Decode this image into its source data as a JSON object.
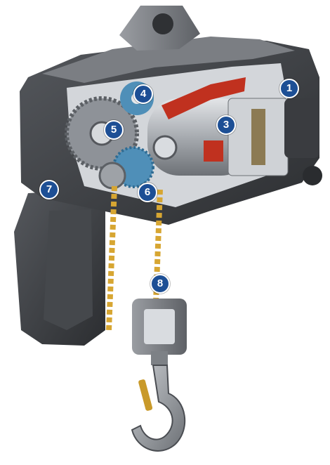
{
  "figure": {
    "colors": {
      "marker": "#1d4f95",
      "housing_dark": "#3b3d41",
      "housing_mid": "#6b6e73",
      "housing_light": "#b9bcc1",
      "motor_red": "#c0311f",
      "chain_gold": "#d7a632",
      "gear_grey": "#8e9298",
      "gear_blue": "#4f8fb8"
    },
    "markers": [
      {
        "label": "1"
      },
      {
        "label": "3"
      },
      {
        "label": "4"
      },
      {
        "label": "5"
      },
      {
        "label": "6"
      },
      {
        "label": "7"
      },
      {
        "label": "8"
      }
    ]
  }
}
